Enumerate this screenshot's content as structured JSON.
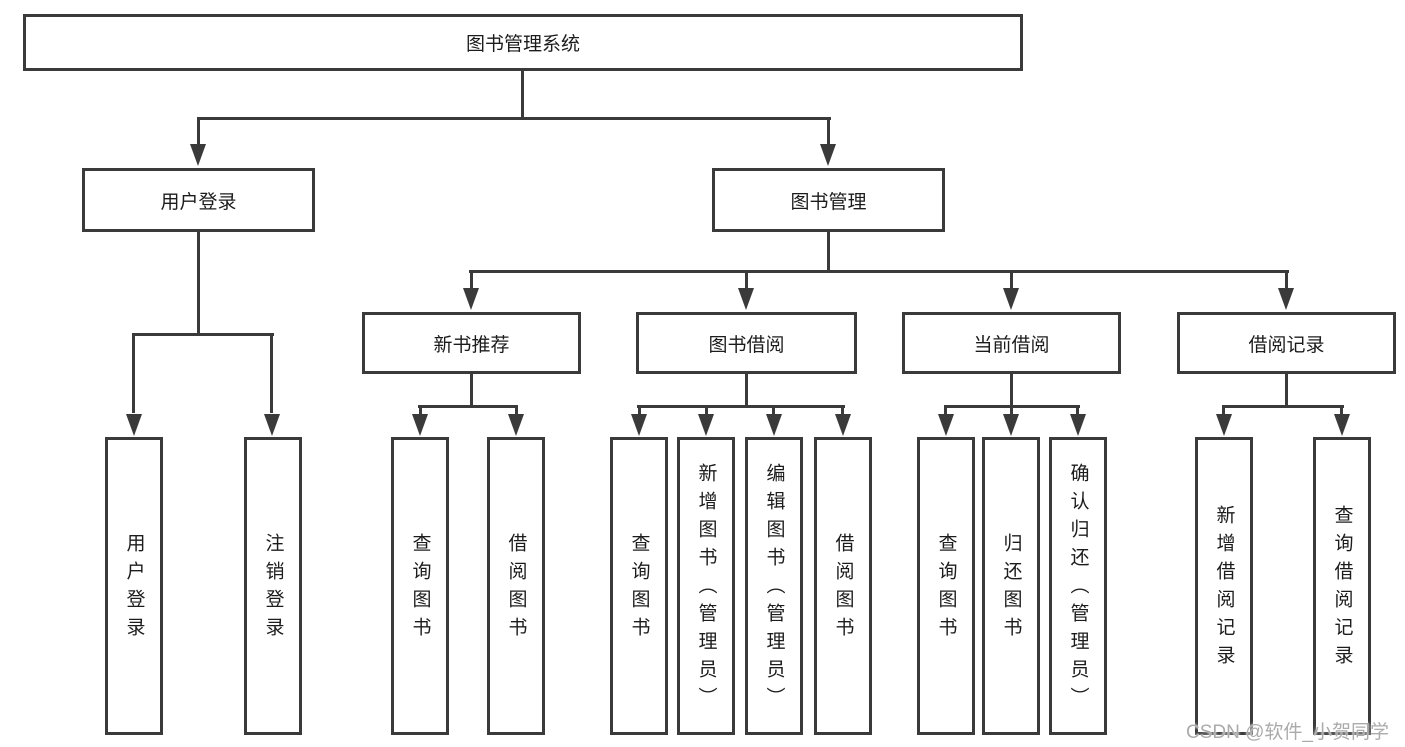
{
  "tree": {
    "label": "图书管理系统",
    "children": [
      {
        "label": "用户登录",
        "children": [
          {
            "label": "用户登录"
          },
          {
            "label": "注销登录"
          }
        ]
      },
      {
        "label": "图书管理",
        "children": [
          {
            "label": "新书推荐",
            "children": [
              {
                "label": "查询图书"
              },
              {
                "label": "借阅图书"
              }
            ]
          },
          {
            "label": "图书借阅",
            "children": [
              {
                "label": "查询图书"
              },
              {
                "label": "新增图书（管理员）"
              },
              {
                "label": "编辑图书（管理员）"
              },
              {
                "label": "借阅图书"
              }
            ]
          },
          {
            "label": "当前借阅",
            "children": [
              {
                "label": "查询图书"
              },
              {
                "label": "归还图书"
              },
              {
                "label": "确认归还（管理员）"
              }
            ]
          },
          {
            "label": "借阅记录",
            "children": [
              {
                "label": "新增借阅记录"
              },
              {
                "label": "查询借阅记录"
              }
            ]
          }
        ]
      }
    ]
  },
  "watermark": "CSDN @软件_小贺同学",
  "colors": {
    "line": "#3a3a3a",
    "text": "#1c1c1c",
    "watermark": "#ababab",
    "background": "#ffffff"
  }
}
